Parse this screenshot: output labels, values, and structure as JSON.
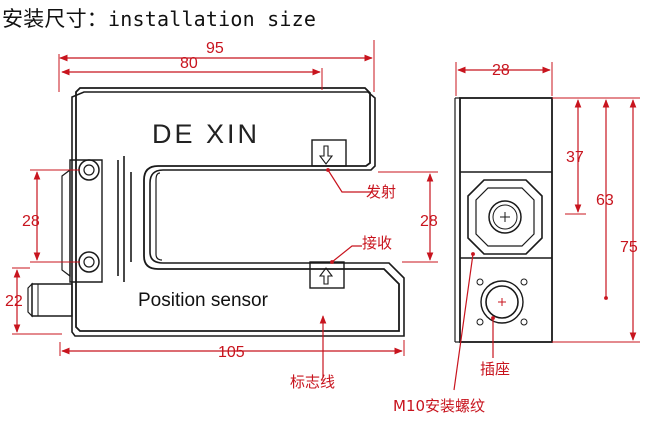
{
  "title": {
    "zh": "安装尺寸：",
    "en": "installation size"
  },
  "sensor": {
    "brand": "DE XIN",
    "model": "Position sensor"
  },
  "dimensions": {
    "side_width": "95",
    "side_inner_width": "80",
    "body_length": "105",
    "hole_spacing": "28",
    "slot_depth": "28",
    "connector_height": "22",
    "front_width": "28",
    "front_height_37": "37",
    "front_height_63": "63",
    "front_height_75": "75"
  },
  "callouts": {
    "emitter": "发射",
    "receiver": "接收",
    "marker_line": "标志线",
    "socket": "插座",
    "m10_thread": "M10安装螺纹"
  },
  "colors": {
    "dimension": "#c8141e",
    "outline": "#1a1a1a"
  }
}
